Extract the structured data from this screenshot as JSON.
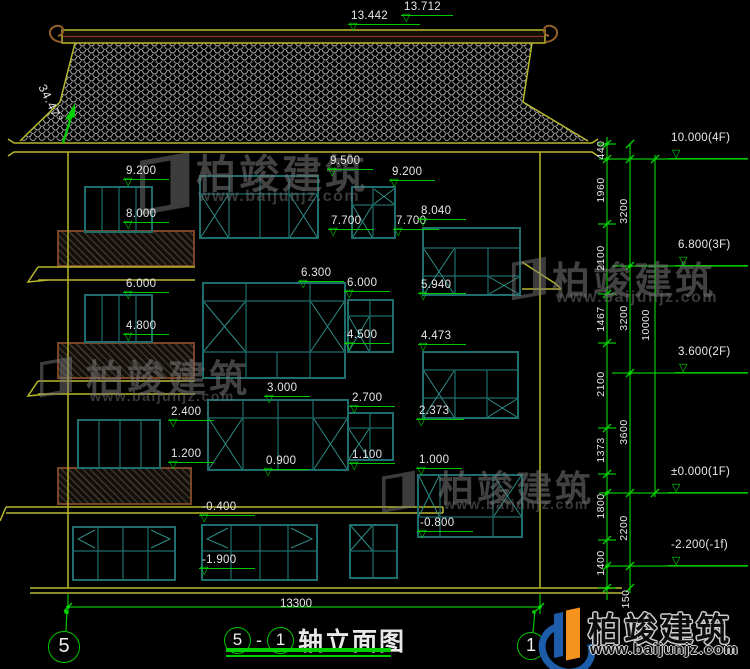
{
  "title": {
    "axis_start": "5",
    "separator": "-",
    "axis_end": "1",
    "text": "轴立面图"
  },
  "axis_bubbles": {
    "left": "5",
    "right": "1"
  },
  "overall": {
    "width_dim": "13300",
    "height_dim": "10000"
  },
  "ridge_marks": {
    "inner": "13.442",
    "outer": "13.712"
  },
  "slope": {
    "angle": "34.47°"
  },
  "floor_markers": {
    "f4": "10.000(4F)",
    "f3": "6.800(3F)",
    "f2": "3.600(2F)",
    "f1": "±0.000(1F)",
    "b1": "-2.200(-1f)"
  },
  "chain_a": [
    "440",
    "1960",
    "2100",
    "1467",
    "2100",
    "1373",
    "1800",
    "1400"
  ],
  "chain_b": [
    "3200",
    "3200",
    "3600",
    "2200",
    "150"
  ],
  "spots": {
    "s9200l": "9.200",
    "s8000": "8.000",
    "s6000l": "6.000",
    "s4800": "4.800",
    "s2400": "2.400",
    "s1200": "1.200",
    "sm0400": "-0.400",
    "sm1900": "-1.900",
    "s9500": "9.500",
    "s9200c": "9.200",
    "s7700a": "7.700",
    "s7700b": "7.700",
    "s8040": "8.040",
    "s6300": "6.300",
    "s6000c": "6.000",
    "s5940": "5.940",
    "s4500": "4.500",
    "s4473": "4.473",
    "s3000": "3.000",
    "s2700": "2.700",
    "s2373": "2.373",
    "s1100": "1.100",
    "s1000": "1.000",
    "s0900": "0.900",
    "sm0800": "-0.800"
  },
  "watermark": {
    "brand": "柏竣建筑",
    "url": "www.baijunjz.com"
  },
  "colors": {
    "dim_green": "#00c800",
    "frame_teal": "#1e6e6e",
    "outline_yellow": "#b9b92e",
    "balcony_brown": "#7a4526",
    "tile_grey": "#9a9a9a",
    "text_white": "#e8e8e8",
    "logo_blue": "#1c5ca8",
    "logo_orange": "#f6921e"
  }
}
